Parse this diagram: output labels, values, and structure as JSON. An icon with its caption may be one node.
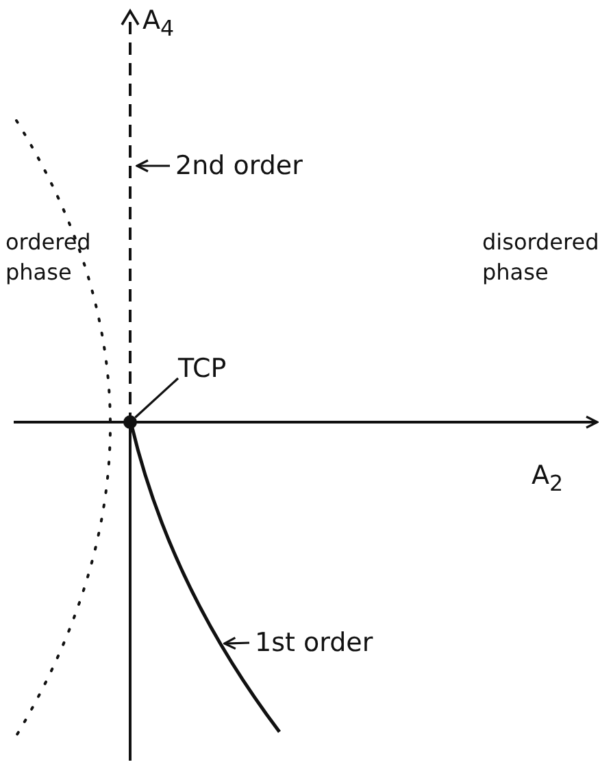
{
  "diagram": {
    "nodes": [
      {
        "text": [
          "2nd order"
        ]
      },
      {
        "text": [],
        "shape": "line"
      },
      {
        "text": [
          "TCP"
        ]
      },
      {
        "text": [],
        "shape": "circle"
      },
      {
        "text": [
          "1st order"
        ]
      },
      {
        "text": [],
        "shape": "curve"
      }
    ],
    "edges": [
      {
        "from": 0,
        "to": 1,
        "arrow": "to"
      },
      {
        "from": 2,
        "to": 3,
        "arrow": "none"
      },
      {
        "from": 4,
        "to": 5,
        "arrow": "to"
      }
    ],
    "labels": [
      "A$_{4}$",
      "ordered phase",
      "disordered phase",
      "A$_{2}$"
    ]
  }
}
